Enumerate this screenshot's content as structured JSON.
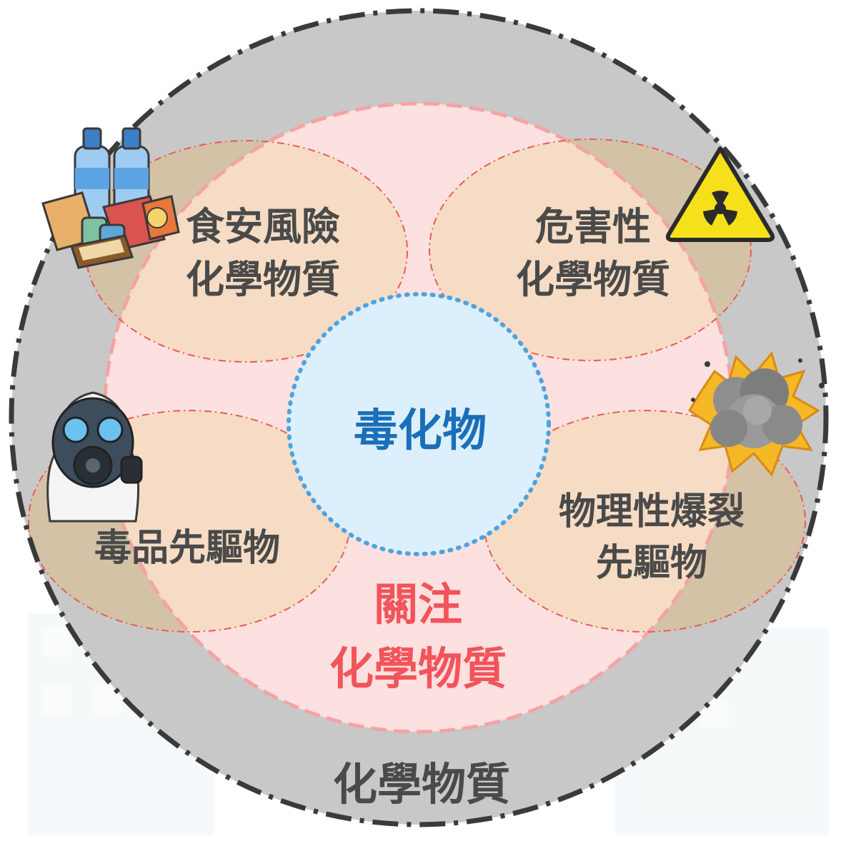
{
  "labels": {
    "outer": "化學物質",
    "concern_line1": "關注",
    "concern_line2": "化學物質",
    "center": "毒化物",
    "food_line1": "食安風險",
    "food_line2": "化學物質",
    "hazard_line1": "危害性",
    "hazard_line2": "化學物質",
    "drug_precursor": "毒品先驅物",
    "explosive_line1": "物理性爆裂",
    "explosive_line2": "先驅物"
  },
  "colors": {
    "outer_fill": "#c8c8c8",
    "outer_border": "#3a3a3a",
    "concern_fill": "#fde0e0",
    "concern_border": "#f4a3a3",
    "ellipse_fill": "#f6dcc4",
    "ellipse_border": "#e85a5a",
    "overlap_fill": "#d3c2a6",
    "center_fill": "#dceffc",
    "center_border": "#4da3e0",
    "center_text": "#1a6fb8",
    "concern_text": "#f2545b",
    "dark_text": "#4a4a4a"
  },
  "icons": [
    "water-bottles-food-icon",
    "radiation-warning-icon",
    "gas-mask-icon",
    "explosion-icon"
  ]
}
